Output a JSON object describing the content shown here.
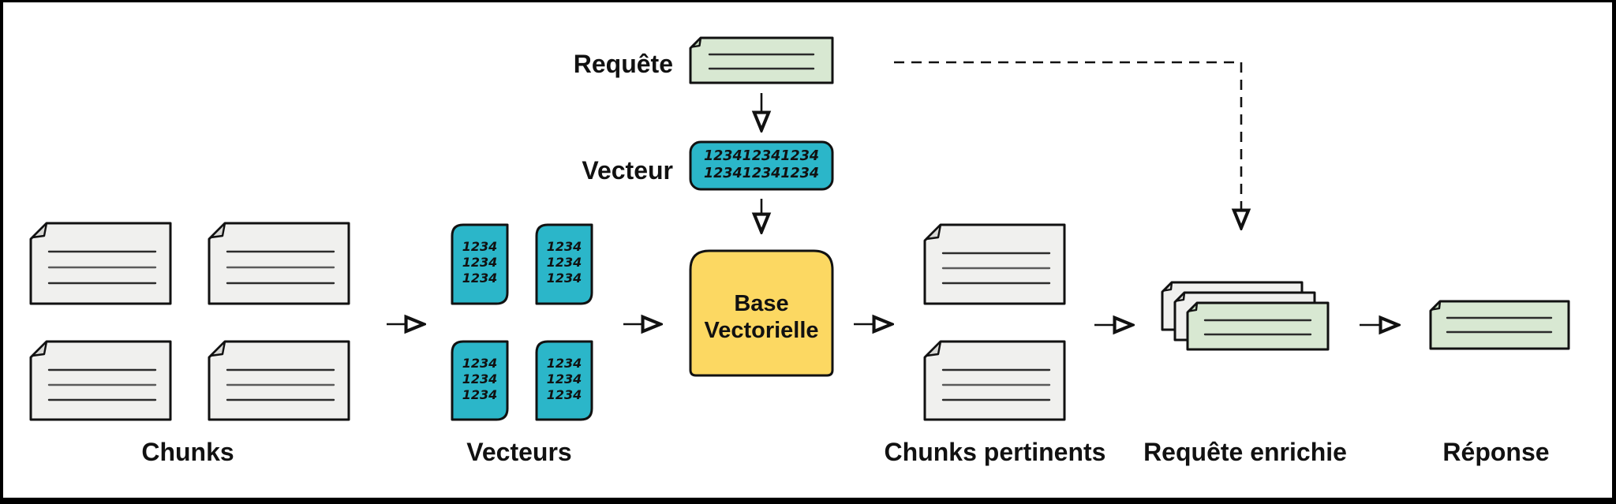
{
  "labels": {
    "requete": "Requête",
    "vecteur": "Vecteur",
    "chunks": "Chunks",
    "vecteurs": "Vecteurs",
    "chunks_pertinents": "Chunks pertinents",
    "requete_enrichie": "Requête enrichie",
    "reponse": "Réponse"
  },
  "base_vectorielle": {
    "line1": "Base",
    "line2": "Vectorielle"
  },
  "vector_box": {
    "line1": "123412341234",
    "line2": "123412341234"
  },
  "vector_card": {
    "line1": "1234",
    "line2": "1234",
    "line3": "1234"
  },
  "colors": {
    "doc_gray": "#f0f0ee",
    "doc_green": "#d8e8d2",
    "teal": "#2bb6c9",
    "yellow": "#fcd862",
    "stroke": "#111111",
    "frame": "#000000"
  }
}
